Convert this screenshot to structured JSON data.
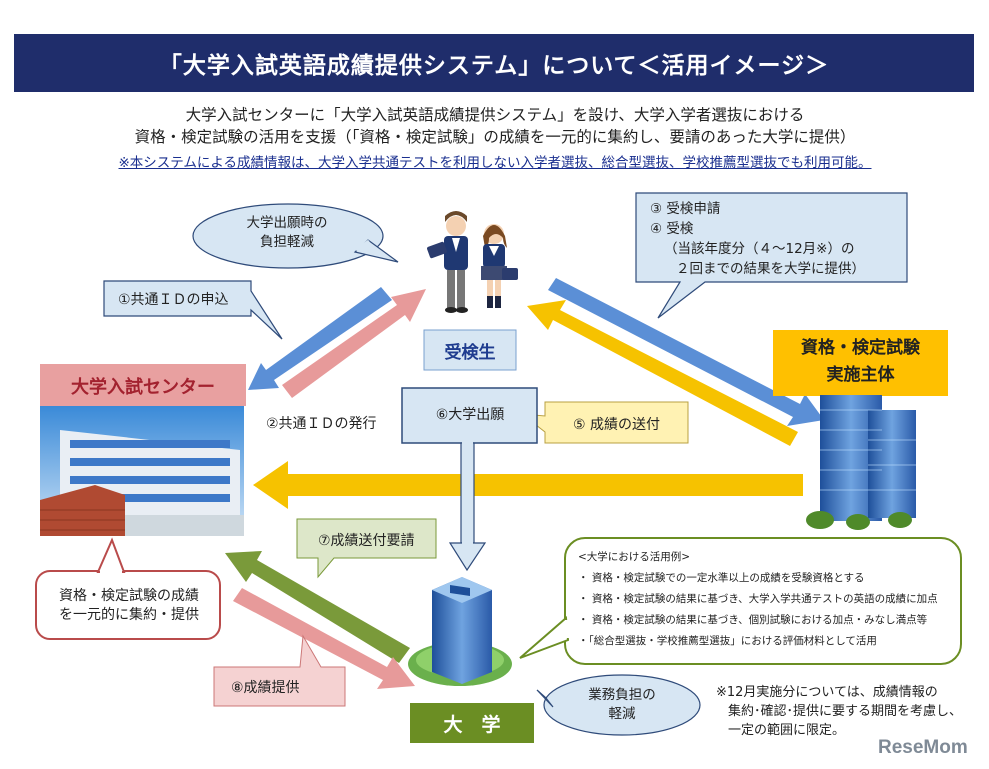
{
  "title": "「大学入試英語成績提供システム」について＜活用イメージ＞",
  "intro": {
    "line1": "大学入試センターに「大学入試英語成績提供システム」を設け、大学入学者選抜における",
    "line2": "資格・検定試験の活用を支援（「資格・検定試験」の成績を一元的に集約し、要請のあった大学に提供）",
    "note": "※本システムによる成績情報は、大学入学共通テストを利用しない入学者選抜、総合型選抜、学校推薦型選抜でも利用可能。"
  },
  "actors": {
    "student": "受検生",
    "center": "大学入試センター",
    "testing_body_line1": "資格・検定試験",
    "testing_body_line2": "実施主体",
    "university": "大　学"
  },
  "bubbles": {
    "student_benefit_line1": "大学出願時の",
    "student_benefit_line2": "負担軽減",
    "steps34_line1": "③ 受検申請",
    "steps34_line2": "④ 受検",
    "steps34_line3": "（当該年度分（４～12月※）の",
    "steps34_line4": "２回までの結果を大学に提供）",
    "center_role_line1": "資格・検定試験の成績",
    "center_role_line2": "を一元的に集約・提供",
    "univ_benefit_line1": "業務負担の",
    "univ_benefit_line2": "軽減"
  },
  "steps": {
    "s1": "①共通ＩＤの申込",
    "s2": "②共通ＩＤの発行",
    "s5": "⑤ 成績の送付",
    "s6": "⑥大学出願",
    "s7": "⑦成績送付要請",
    "s8": "⑧成績提供"
  },
  "usage": {
    "heading": "<大学における活用例>",
    "items": [
      "・ 資格・検定試験での一定水準以上の成績を受験資格とする",
      "・ 資格・検定試験の結果に基づき、大学入学共通テストの英語の成績に加点",
      "・ 資格・検定試験の結果に基づき、個別試験における加点・みなし満点等",
      "・「総合型選抜・学校推薦型選抜」における評価材料として活用"
    ]
  },
  "footnote": {
    "line1": "※12月実施分については、成績情報の",
    "line2": "集約･確認･提供に要する期間を考慮し、",
    "line3": "一定の範囲に限定。"
  },
  "watermark": "ReseMom",
  "colors": {
    "title_bg": "#1f2d6b",
    "blue_arrow": "#5b8fd6",
    "pink_arrow": "#e79a9a",
    "yellow_arrow": "#f6c200",
    "green_arrow": "#7a9a3a",
    "yellow_box": "#ffc000",
    "green_box": "#6b8e23",
    "pink_box": "#e8a0a0"
  }
}
